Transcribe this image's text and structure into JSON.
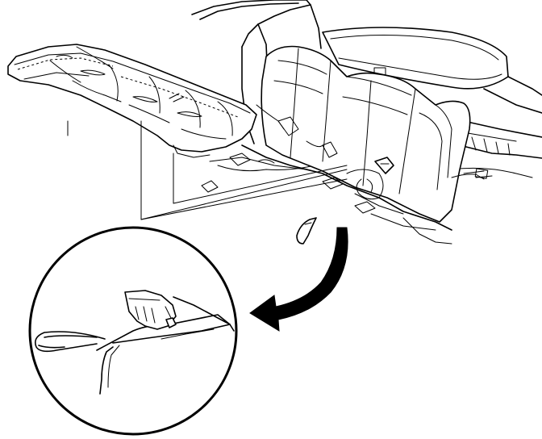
{
  "figure": {
    "background": "#ffffff",
    "ink": "#000000",
    "components": {
      "seat_cushion": "rear-seat-cushion",
      "seat_back": "rear-seat-back",
      "body_shell": "vehicle-body-shell",
      "detail_view": "magnified-detail-circle",
      "retainer": "seat-cushion-retainer-wire",
      "arrow": "curved-arrow-to-detail"
    }
  }
}
